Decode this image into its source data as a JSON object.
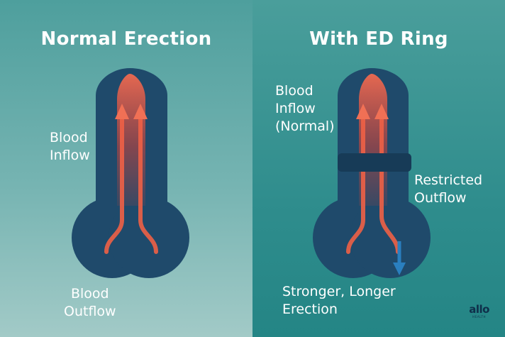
{
  "left_panel": {
    "title": "Normal Erection",
    "label_inflow": "Blood\nInflow",
    "label_outflow": "Blood\nOutflow"
  },
  "right_panel": {
    "title": "With ED Ring",
    "label_inflow": "Blood\nInflow\n(Normal)",
    "label_restricted": "Restricted\nOutflow",
    "label_result": "Stronger, Longer\nErection"
  },
  "logo": {
    "name": "allo",
    "tagline": "HEALTH"
  },
  "colors": {
    "shape": "#1f4a6b",
    "ring": "#173b57",
    "flow": "#e8553e",
    "outflow_arrow": "#2a7fbf",
    "text": "#ffffff"
  }
}
